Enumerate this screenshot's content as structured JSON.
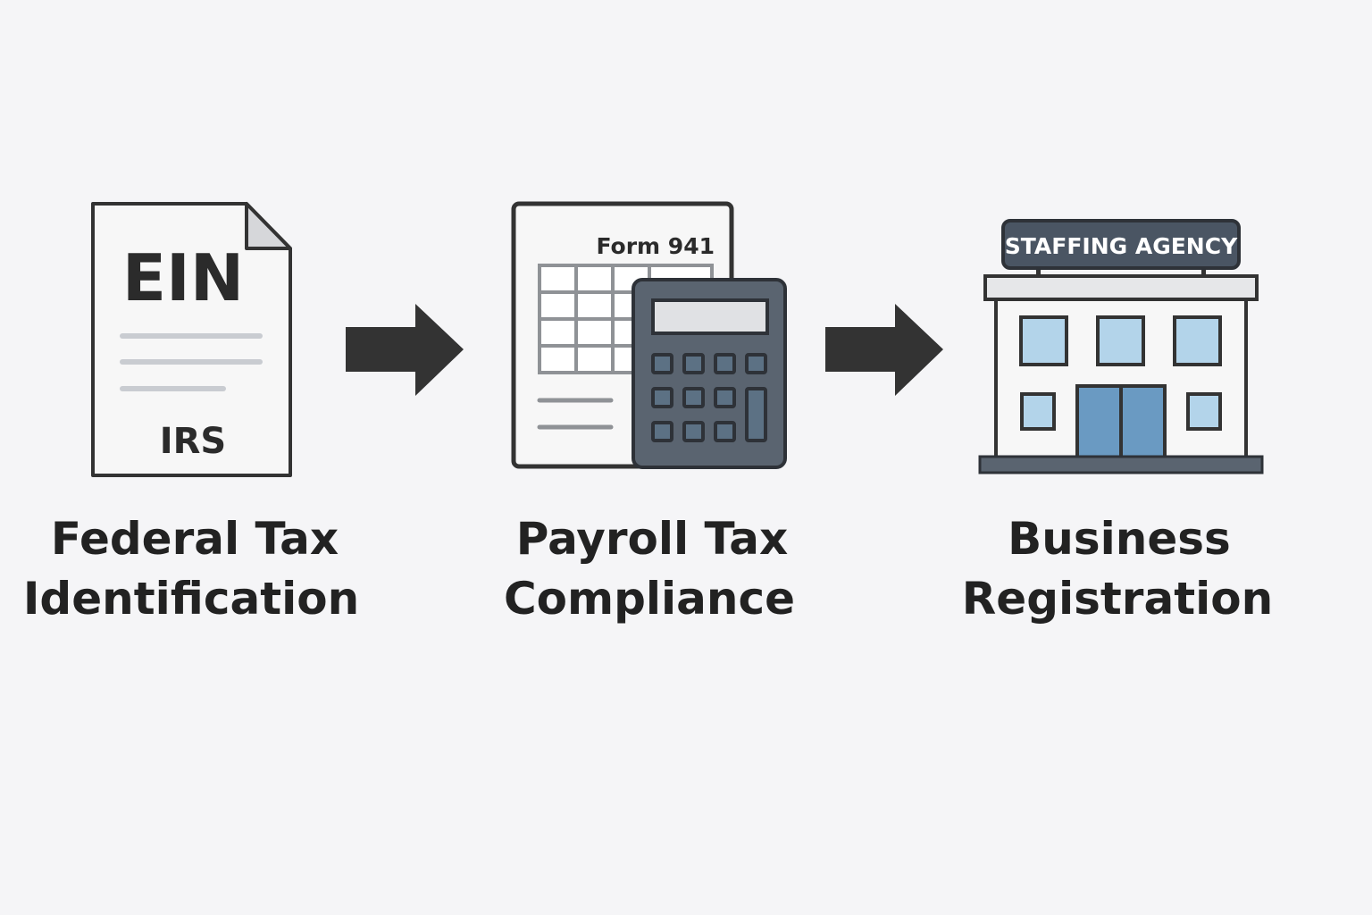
{
  "steps": [
    {
      "icon": "ein-document-icon",
      "doc_title": "EIN",
      "doc_footer": "IRS",
      "label_line1": "Federal Tax",
      "label_line2": "Identification"
    },
    {
      "icon": "form-calculator-icon",
      "doc_title": "Form 941",
      "label_line1": "Payroll Tax",
      "label_line2": "Compliance"
    },
    {
      "icon": "building-icon",
      "sign": "STAFFING AGENCY",
      "label_line1": "Business",
      "label_line2": "Registration"
    }
  ],
  "colors": {
    "background": "#f5f5f7",
    "outline": "#333333",
    "calculator": "#5a6470",
    "window": "#b3d4ea",
    "door": "#6a9ac2"
  }
}
